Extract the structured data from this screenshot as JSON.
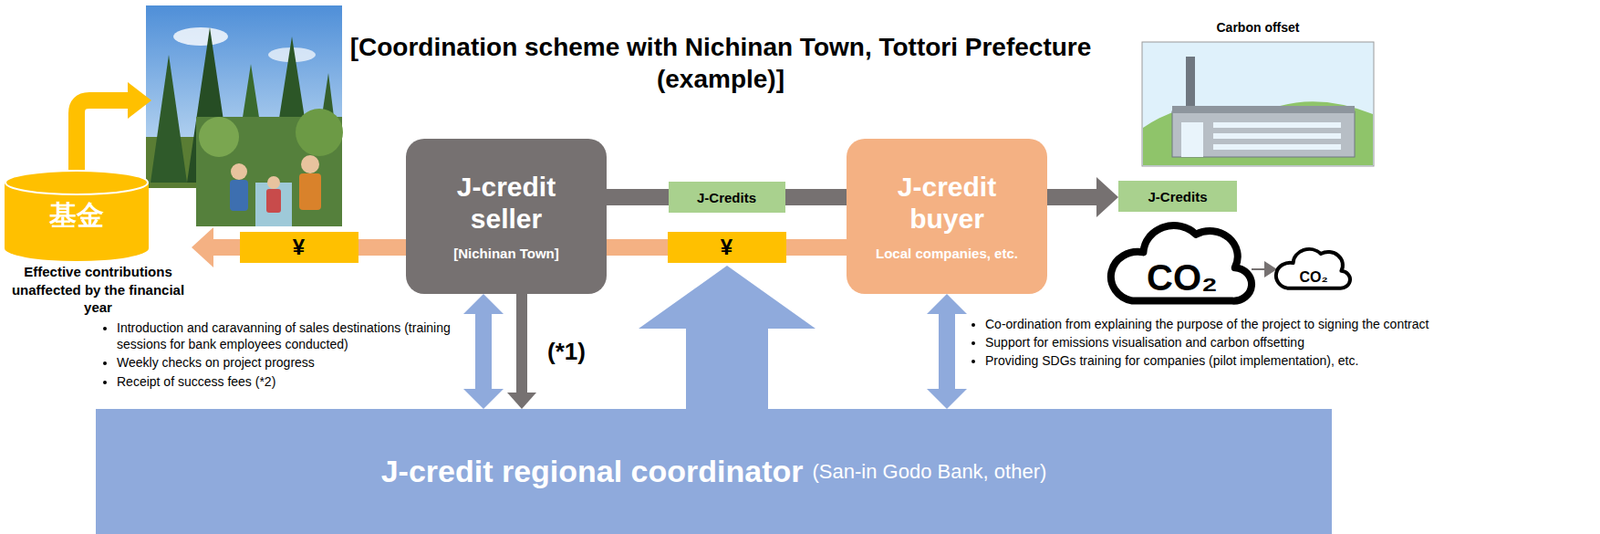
{
  "diagram": {
    "title": "[Coordination scheme with Nichinan Town, Tottori Prefecture (example)]",
    "nodes": [
      {
        "text": [
          "基金",
          "Effective contributions unaffected by the financial year"
        ]
      },
      {
        "text": [
          "J-credit seller",
          "[Nichinan Town]"
        ]
      },
      {
        "text": [
          "J-credit buyer",
          "Local companies, etc."
        ]
      },
      {
        "text": [
          "J-Credits"
        ]
      },
      {
        "text": [
          "CO₂"
        ]
      },
      {
        "text": [
          "CO₂"
        ]
      },
      {
        "text": [
          "J-credit regional coordinator",
          "(San-in Godo Bank, other)"
        ]
      }
    ],
    "edges": [
      {
        "from": 1,
        "to": 2,
        "label": "J-Credits",
        "arrow": "none"
      },
      {
        "from": 2,
        "to": 1,
        "label": "¥",
        "arrow": "none"
      },
      {
        "from": 1,
        "to": 0,
        "label": "¥",
        "arrow": "to"
      },
      {
        "from": 2,
        "to": 3,
        "arrow": "to"
      },
      {
        "from": 1,
        "to": 6,
        "arrow": "both"
      },
      {
        "from": 1,
        "to": 6,
        "label": "(*1)",
        "arrow": "to"
      },
      {
        "from": 2,
        "to": 6,
        "arrow": "both"
      },
      {
        "from": 4,
        "to": 5,
        "arrow": "to"
      }
    ],
    "labels": [
      "Carbon offset",
      "Introduction and caravanning of sales destinations (training sessions for bank employees conducted)",
      "Weekly checks on project progress",
      "Receipt of success fees (*2)",
      "Co-ordination from explaining the purpose of the project to signing the contract",
      "Support for emissions visualisation and carbon offsetting",
      "Providing SDGs training for companies (pilot implementation), etc."
    ]
  }
}
